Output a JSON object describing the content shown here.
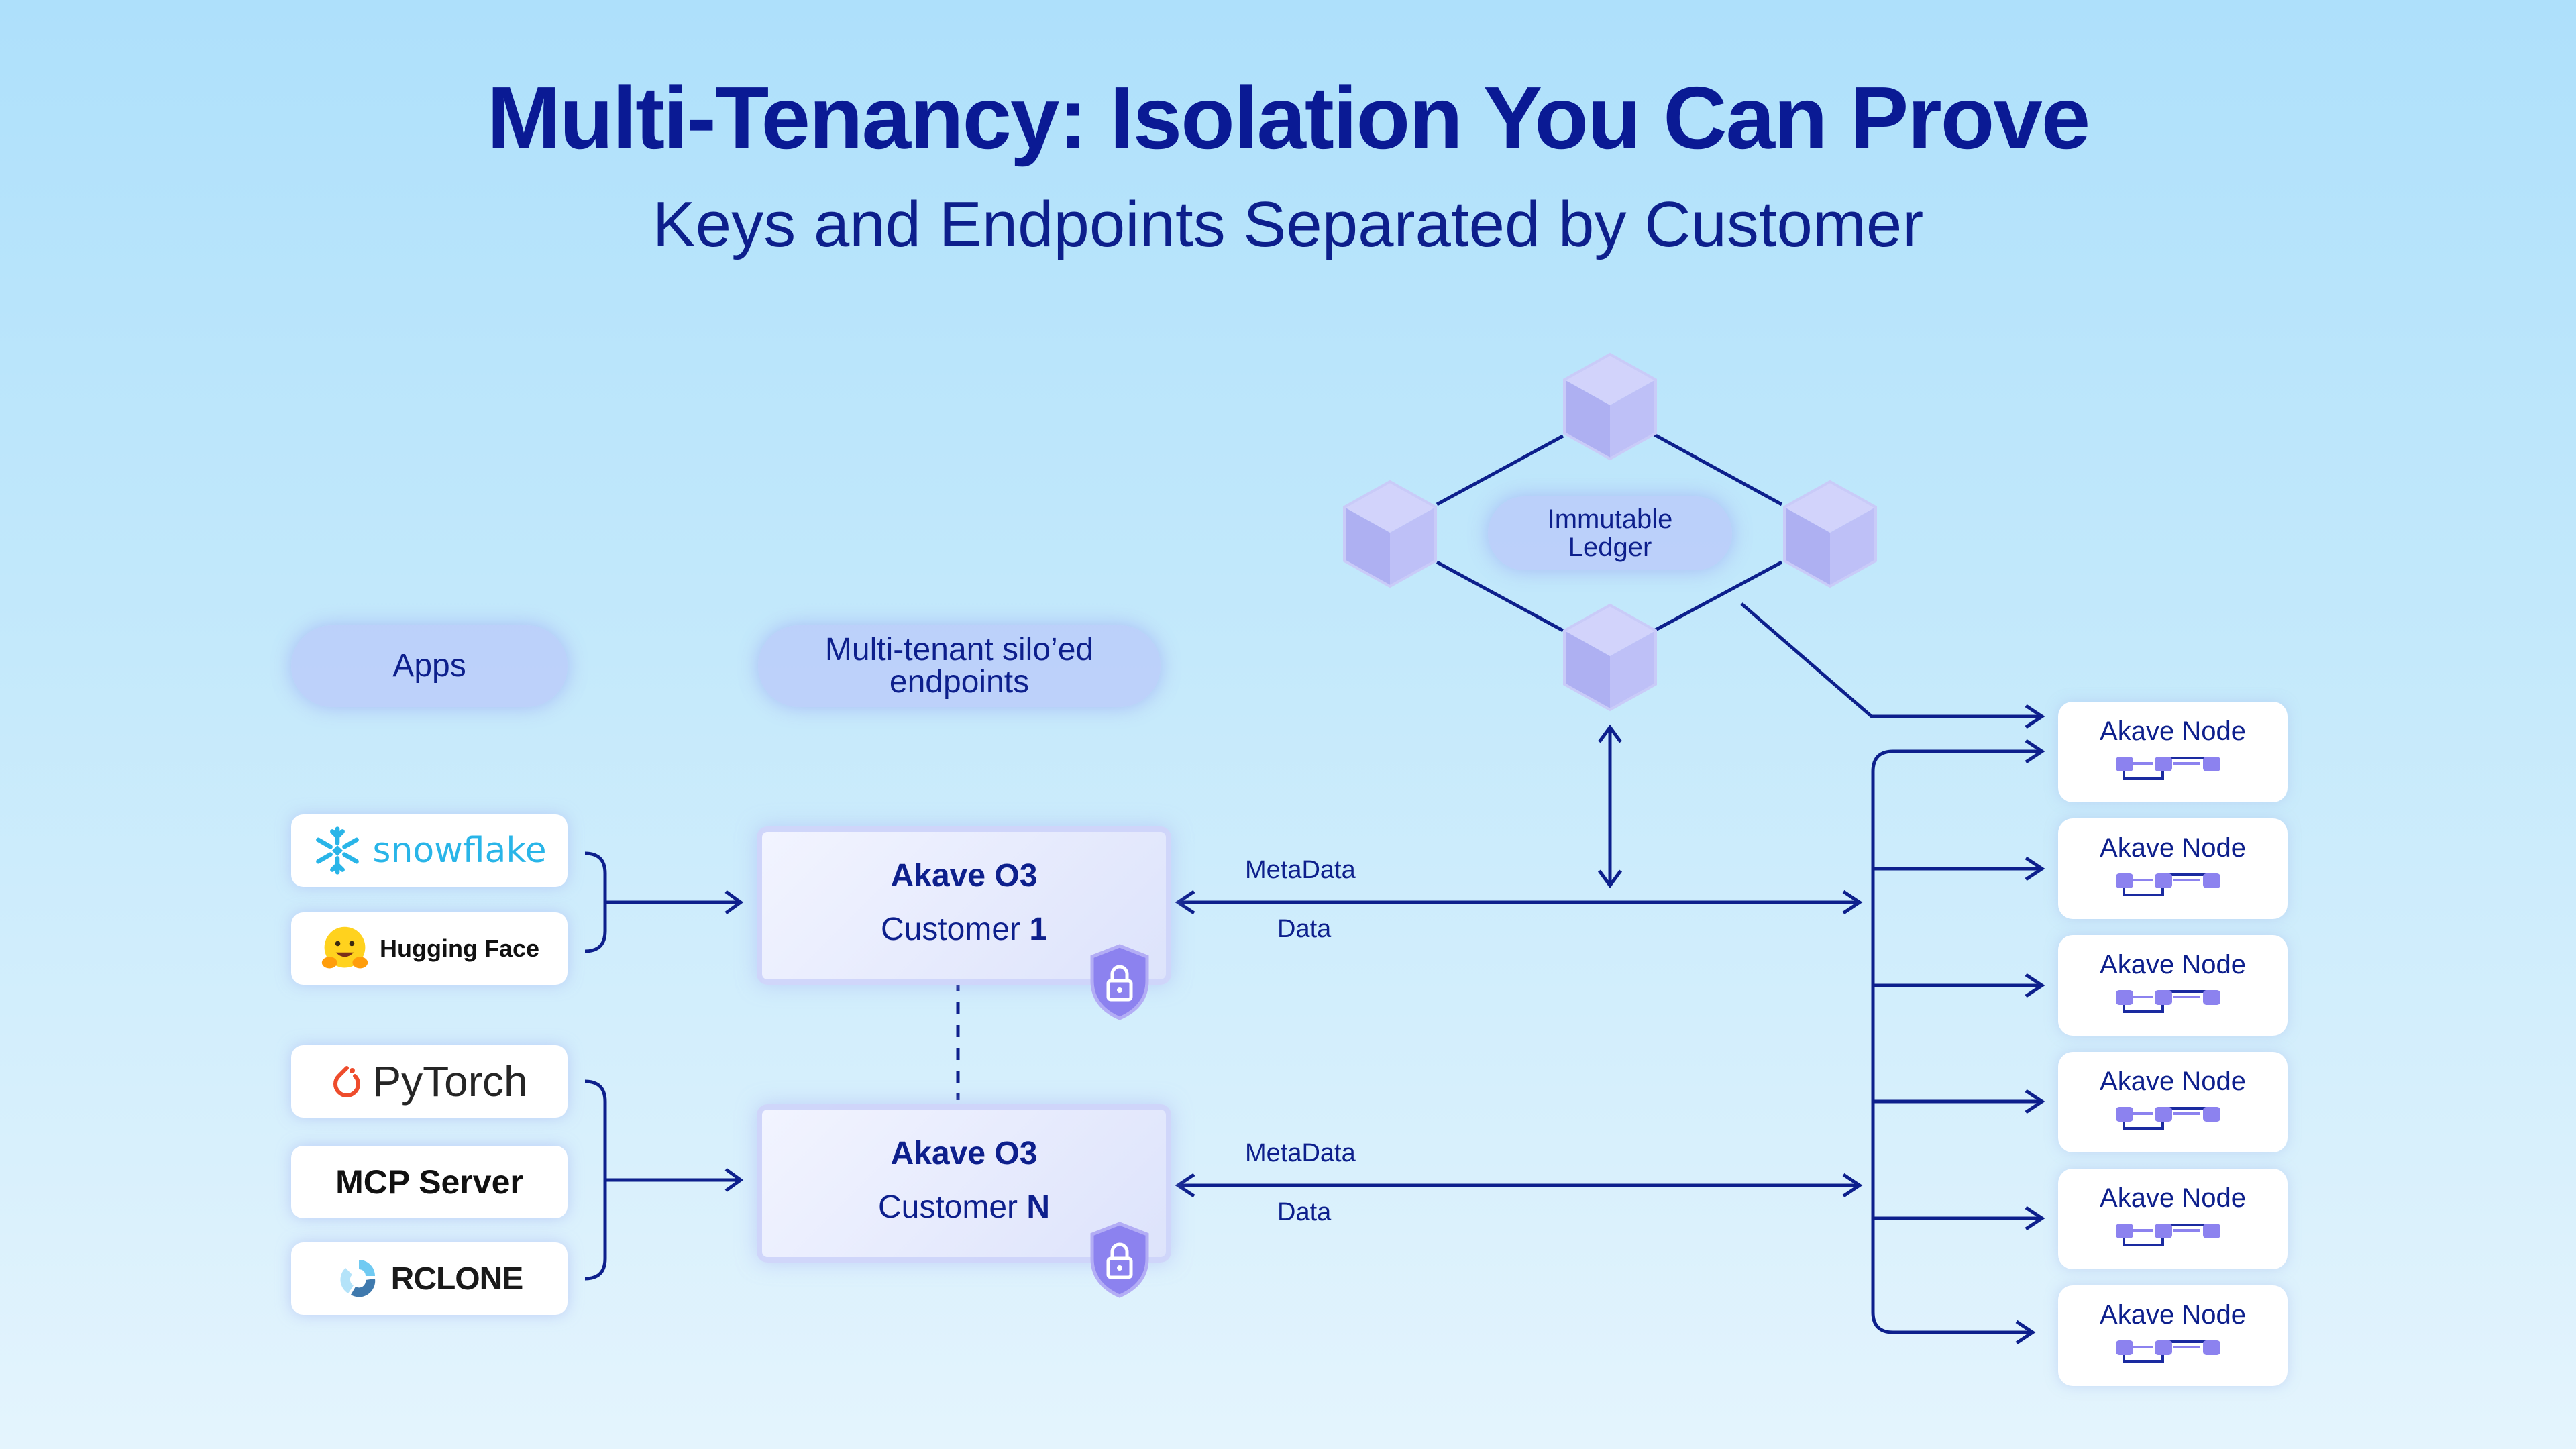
{
  "header": {
    "title": "Multi-Tenancy: Isolation You Can Prove",
    "subtitle": "Keys and Endpoints Separated by Customer"
  },
  "columns": {
    "apps": "Apps",
    "endpoints": "Multi-tenant silo’ed endpoints"
  },
  "apps": {
    "snowflake": "snowflake",
    "hugging_face": "Hugging Face",
    "pytorch": "PyTorch",
    "mcp_server": "MCP Server",
    "rclone": "RCLONE"
  },
  "tenants": [
    {
      "name": "Akave O3",
      "customer_prefix": "Customer",
      "customer_id": "1"
    },
    {
      "name": "Akave O3",
      "customer_prefix": "Customer",
      "customer_id": "N"
    }
  ],
  "ledger": {
    "label_line1": "Immutable",
    "label_line2": "Ledger"
  },
  "flow_labels": {
    "metadata": "MetaData",
    "data": "Data"
  },
  "nodes": [
    {
      "label": "Akave Node"
    },
    {
      "label": "Akave Node"
    },
    {
      "label": "Akave Node"
    },
    {
      "label": "Akave Node"
    },
    {
      "label": "Akave Node"
    },
    {
      "label": "Akave Node"
    }
  ],
  "colors": {
    "navy": "#0d1f8c",
    "accent_purple": "#8c82ef",
    "snowflake_blue": "#29b5e8",
    "pytorch_orange": "#ee4c2c"
  }
}
